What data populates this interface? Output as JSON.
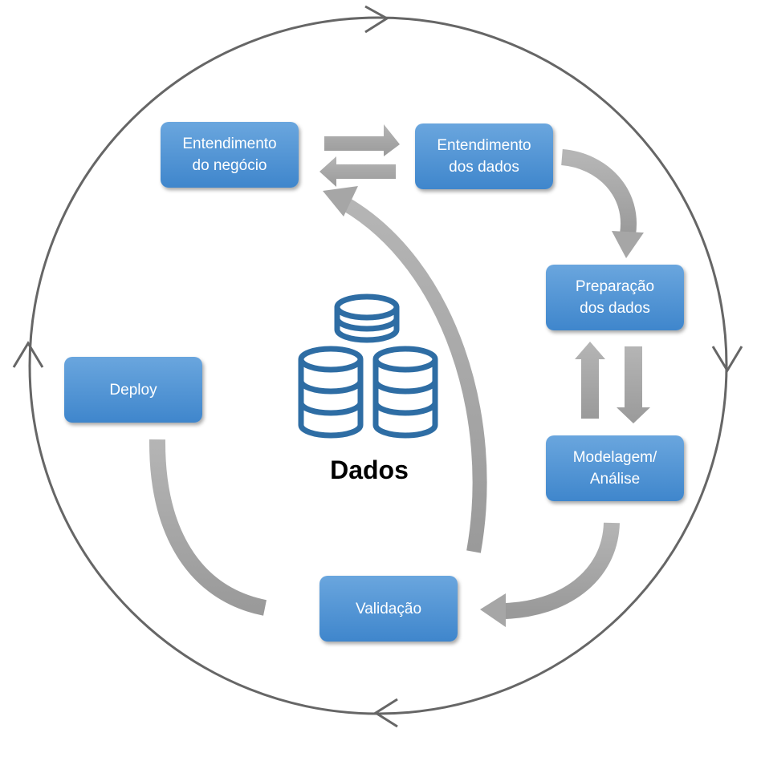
{
  "diagram": {
    "center_label": "Dados",
    "center_icon": "database-stack-icon",
    "steps": [
      {
        "id": "business",
        "label": "Entendimento\ndo negócio"
      },
      {
        "id": "data-understanding",
        "label": "Entendimento\ndos dados"
      },
      {
        "id": "preparation",
        "label": "Preparação\ndos dados"
      },
      {
        "id": "modeling",
        "label": "Modelagem/\nAnálise"
      },
      {
        "id": "validation",
        "label": "Validação"
      },
      {
        "id": "deploy",
        "label": "Deploy"
      }
    ],
    "colors": {
      "box": "#4a90d6",
      "arrow": "#a6a6a6",
      "circle": "#666666",
      "icon": "#2e6da4"
    }
  }
}
